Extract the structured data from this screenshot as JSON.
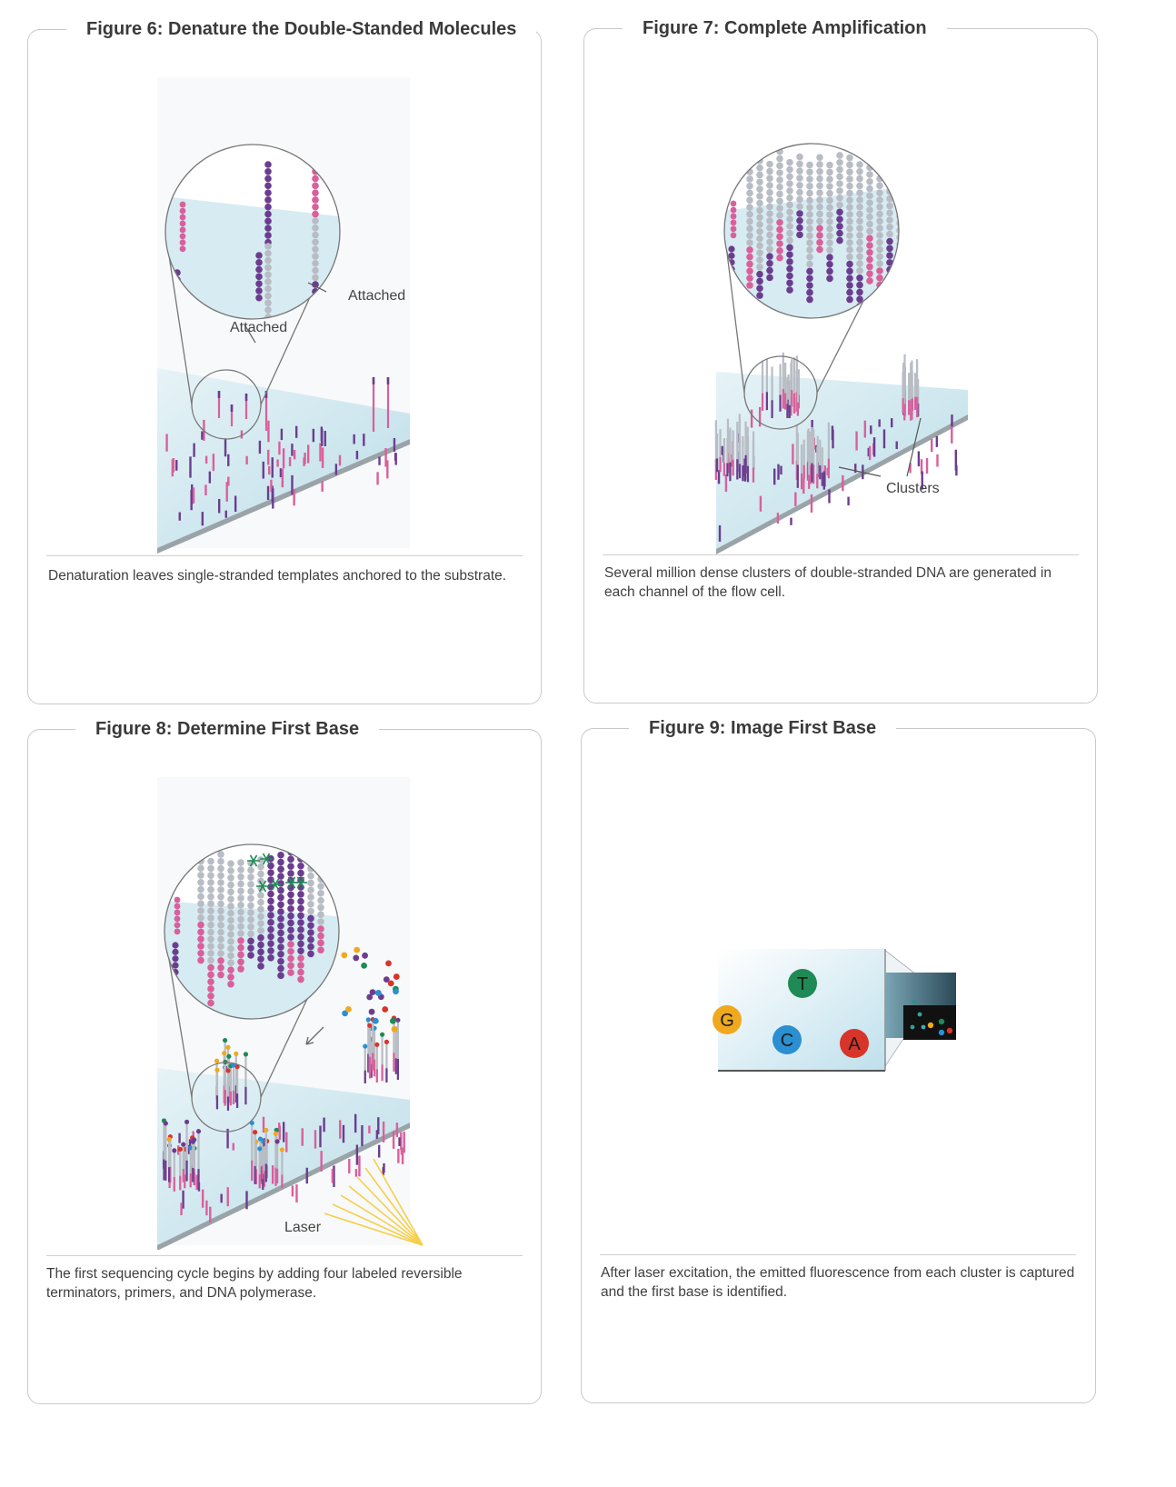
{
  "panels": [
    {
      "title": "Figure 6: Denature the Double-Standed Molecules",
      "caption": "Denaturation leaves single-stranded templates anchored to the substrate.",
      "labels": [
        "Attached",
        "Attached"
      ]
    },
    {
      "title": "Figure 7: Complete Amplification",
      "caption": "Several million dense clusters of double-stranded DNA are generated in each channel of the flow cell.",
      "labels": [
        "Clusters"
      ]
    },
    {
      "title": "Figure 8: Determine First Base",
      "caption": "The first sequencing cycle begins by adding four labeled reversible terminators, primers, and DNA polymerase.",
      "labels": [
        "Laser"
      ]
    },
    {
      "title": "Figure 9: Image First Base",
      "caption": "After laser excitation, the emitted fluorescence from each cluster is captured and the first base is identified.",
      "bases": [
        "G",
        "T",
        "C",
        "A"
      ]
    }
  ],
  "colors": {
    "purple": "#6b3d8f",
    "pink": "#d9609b",
    "grey_bead": "#b8bcc4",
    "flowcell": "#cfe7ef",
    "base_G": "#f0a91e",
    "base_T": "#1f8a55",
    "base_C": "#2b8fd1",
    "base_A": "#d8352a",
    "laser": "#f5cf4a"
  }
}
